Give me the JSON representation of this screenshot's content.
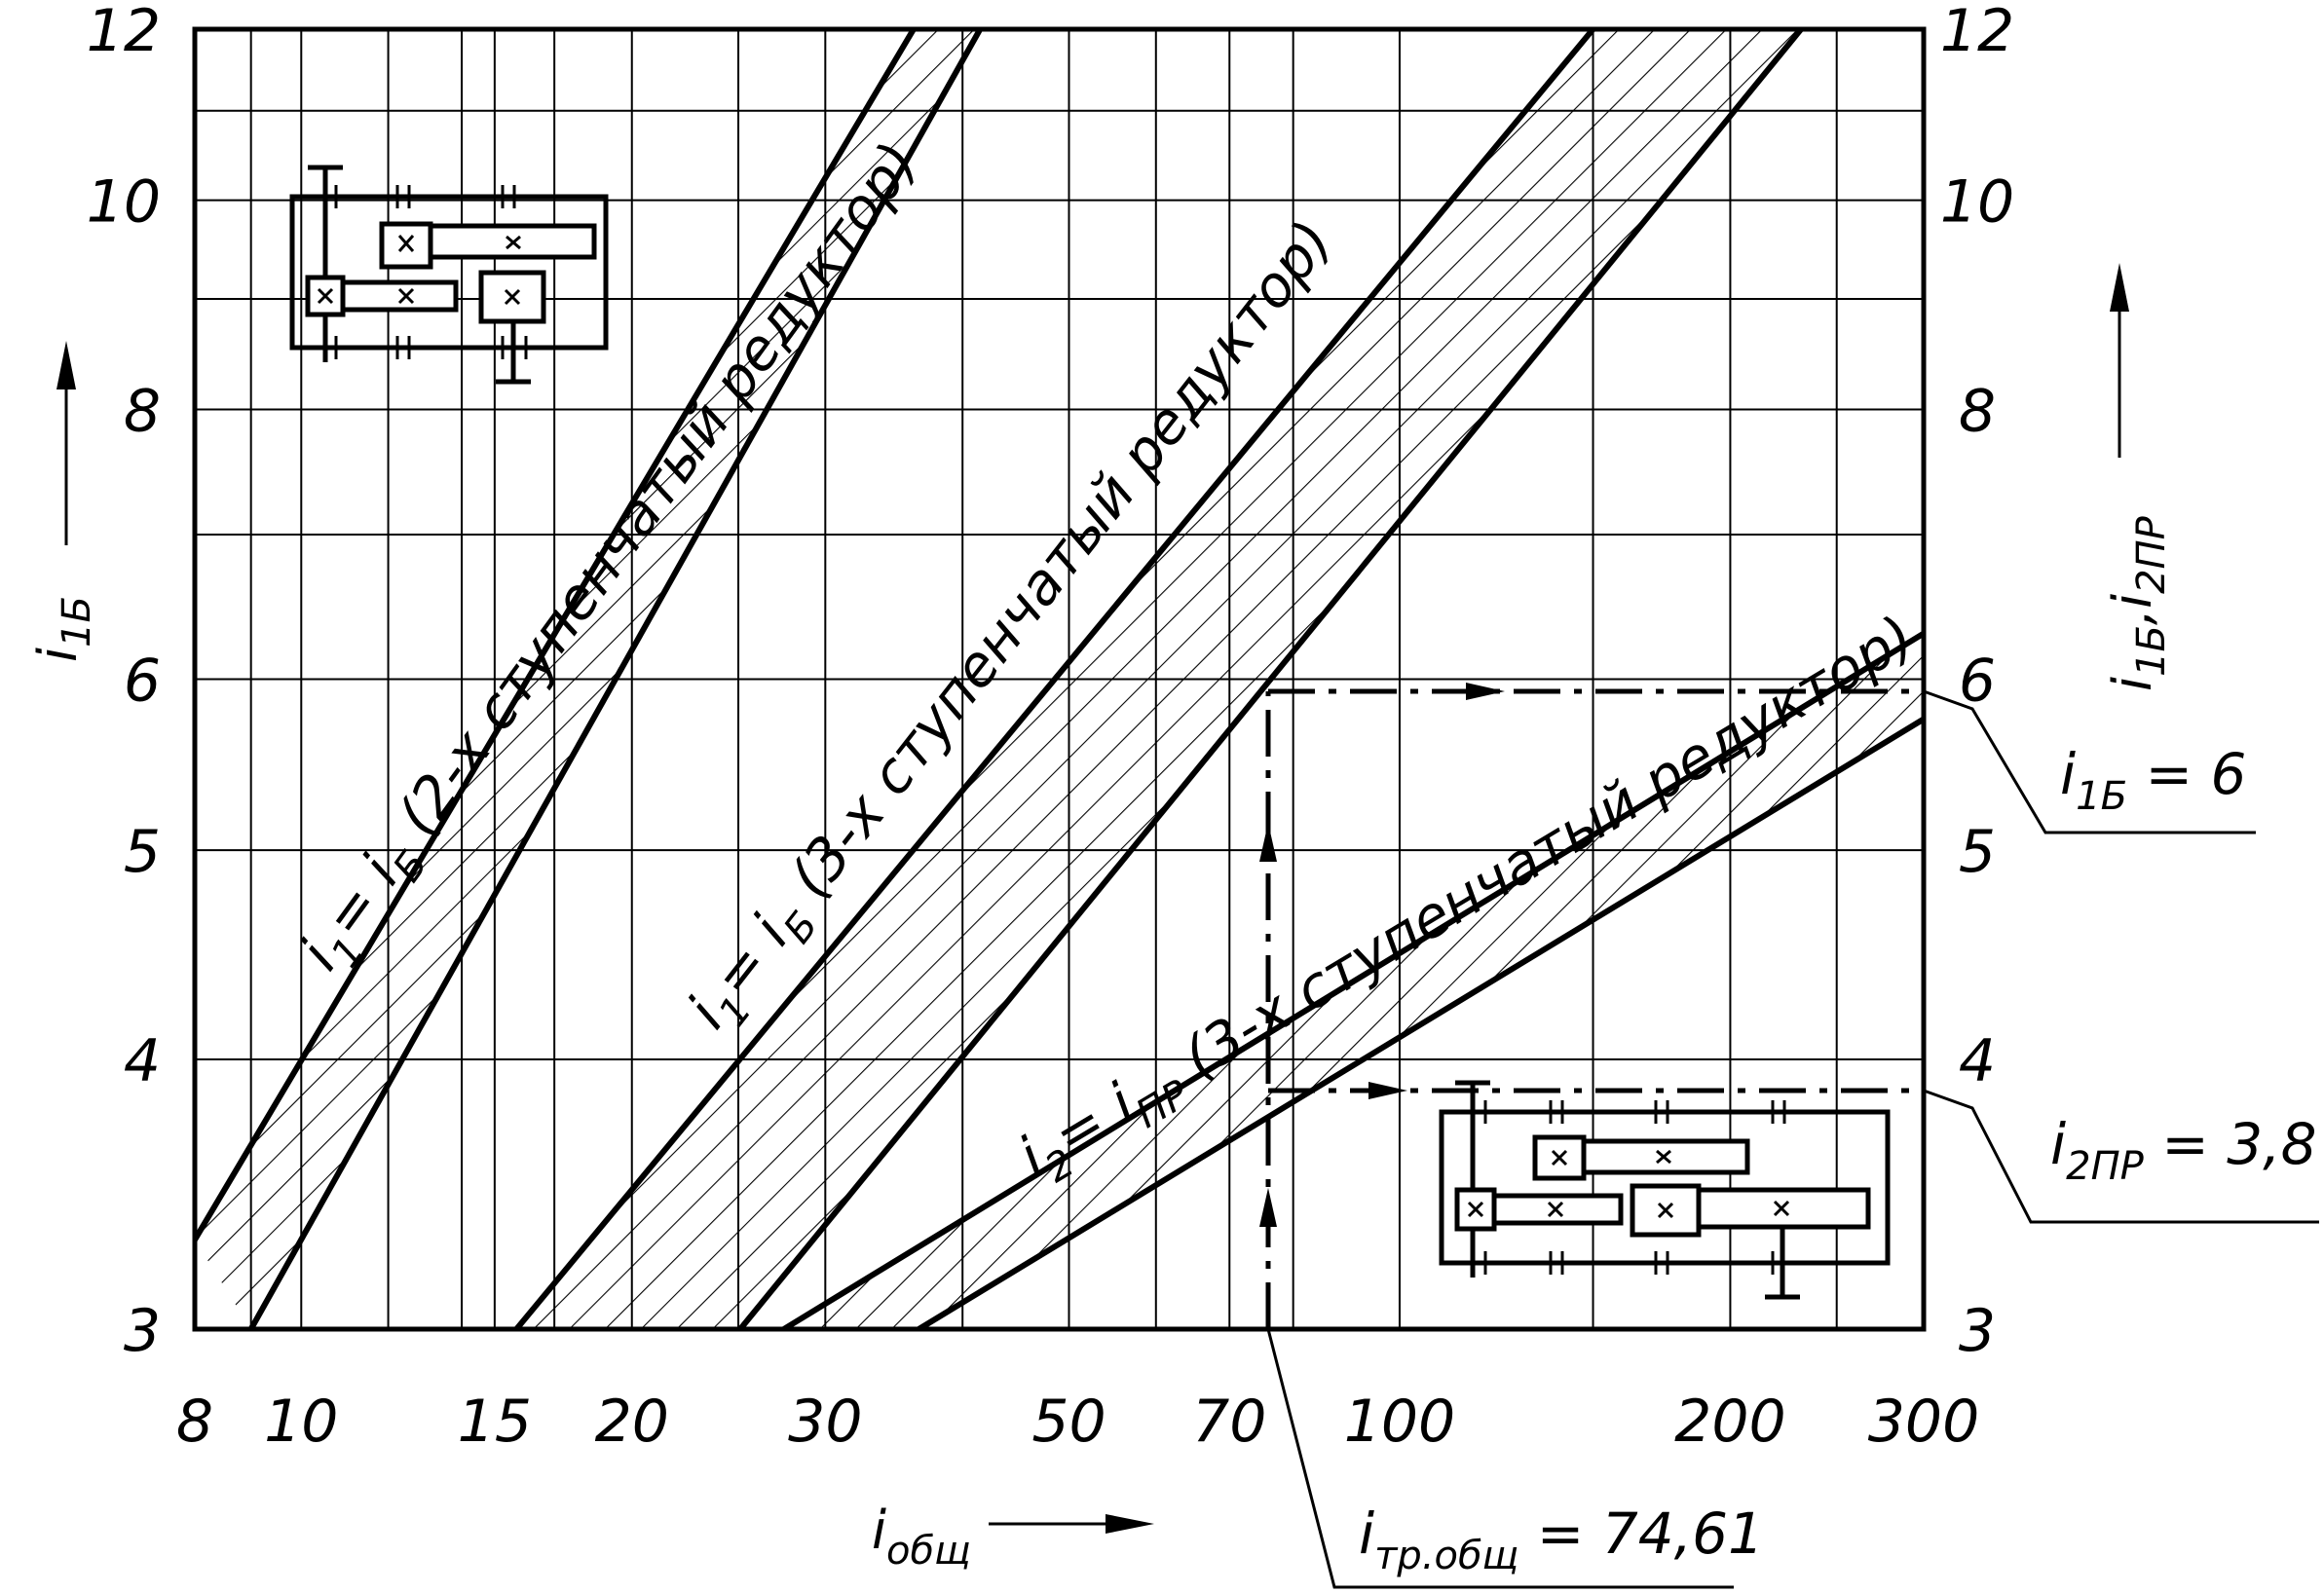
{
  "chart_data": {
    "type": "line",
    "x_scale": "log",
    "y_scale": "log",
    "xlim": [
      8,
      300
    ],
    "ylim": [
      3,
      12
    ],
    "x_ticks": [
      "8",
      "10",
      "15",
      "20",
      "30",
      "50",
      "70",
      "100",
      "200",
      "300"
    ],
    "x_tick_values": [
      8,
      10,
      15,
      20,
      30,
      50,
      70,
      100,
      200,
      300
    ],
    "x_grid": [
      8,
      9,
      10,
      12,
      14,
      15,
      17,
      20,
      25,
      30,
      40,
      50,
      60,
      70,
      80,
      100,
      150,
      200,
      250,
      300
    ],
    "y_ticks": [
      "3",
      "4",
      "5",
      "6",
      "8",
      "10",
      "12"
    ],
    "y_tick_values": [
      3,
      4,
      5,
      6,
      8,
      10,
      12
    ],
    "y_grid": [
      3,
      4,
      5,
      6,
      7,
      8,
      9,
      10,
      11,
      12
    ],
    "y_ticks_right": [
      "12",
      "10",
      "8",
      "6",
      "5",
      "4",
      "3"
    ],
    "xlabel": {
      "main": "i",
      "sub": "общ"
    },
    "ylabel": {
      "main": "i",
      "sub": "1Б"
    },
    "ylabel_right": {
      "main": "i",
      "sub1": "1Б",
      "sep": ",i",
      "sub2": "2ПР"
    },
    "grid": true,
    "bands": [
      {
        "label": "i₁= i_Б (2-х ступенчатый редуктор)",
        "label_parts": {
          "i": "i",
          "s1": "1",
          "eq": "= i",
          "s2": "Б",
          "text": " (2-х ступенчатый редуктор)"
        },
        "upper": [
          [
            8,
            3.3
          ],
          [
            36.1,
            12
          ]
        ],
        "lower": [
          [
            9,
            3.0
          ],
          [
            41.5,
            12
          ]
        ]
      },
      {
        "label": "i₁= i_Б (3-х ступенчатый редуктор)",
        "label_parts": {
          "i": "i",
          "s1": "1",
          "eq": "= i",
          "s2": "Б",
          "text": " (3-х ступенчатый редуктор)"
        },
        "upper": [
          [
            15.7,
            3.0
          ],
          [
            150,
            12
          ]
        ],
        "lower": [
          [
            25.1,
            3.0
          ],
          [
            232,
            12
          ]
        ]
      },
      {
        "label": "i₂= i_ПР (3-х ступенчатый редуктор)",
        "label_parts": {
          "i": "i",
          "s1": "2",
          "eq": "= i",
          "s2": "ПР",
          "text": " (3-х ступенчатый редуктор)"
        },
        "upper": [
          [
            27.5,
            3.0
          ],
          [
            300,
            6.3
          ]
        ],
        "lower": [
          [
            36.5,
            3.0
          ],
          [
            300,
            5.75
          ]
        ]
      }
    ],
    "worked_example": {
      "i_total": 74.61,
      "i_1B": 6,
      "i_2PR": 3.8,
      "callouts": [
        {
          "main": "i",
          "sub": "1Б",
          "text": " = 6"
        },
        {
          "main": "i",
          "sub": "2ПР",
          "text": " = 3,8"
        },
        {
          "main": "i",
          "sub": "тр.общ",
          "text": " = 74,61"
        }
      ]
    }
  },
  "colors": {
    "line": "#000000",
    "background": "#ffffff"
  },
  "icons": [
    "two-stage-gearbox-schematic-icon",
    "three-stage-gearbox-schematic-icon"
  ]
}
